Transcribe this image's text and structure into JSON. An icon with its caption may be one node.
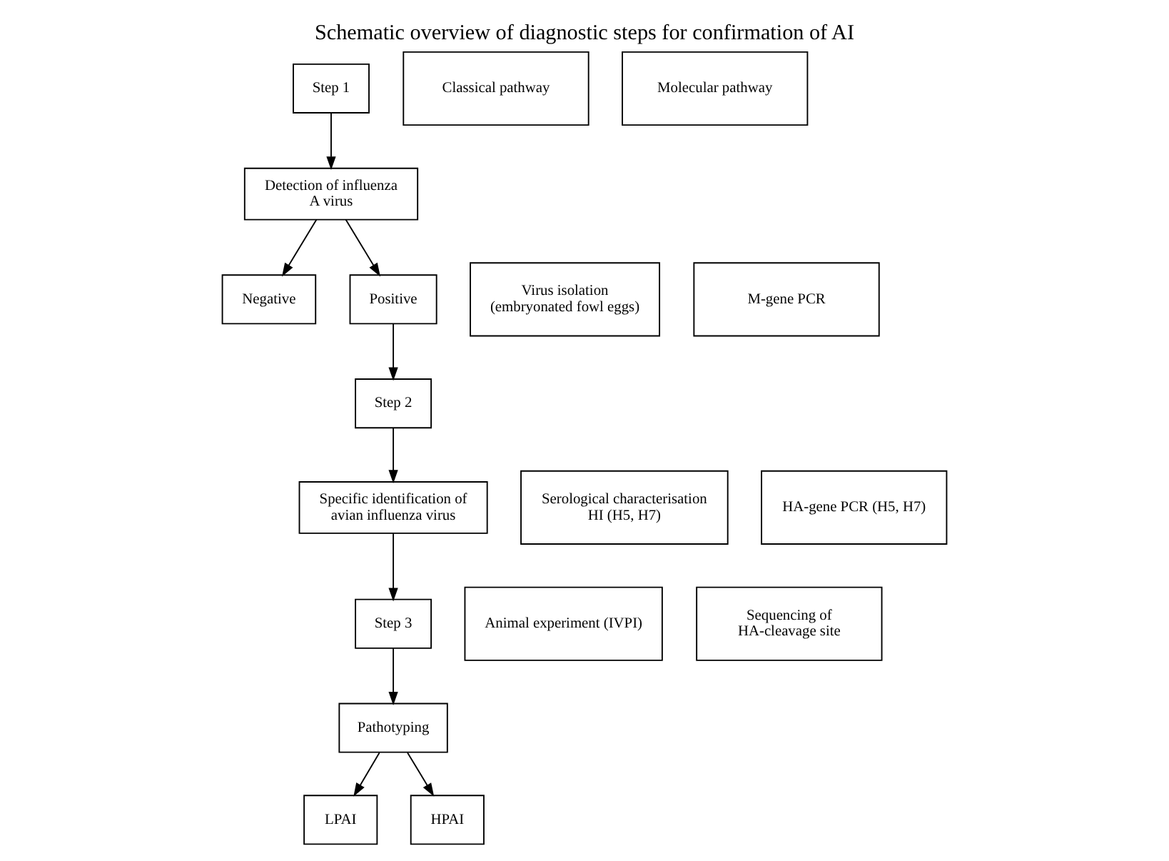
{
  "diagram": {
    "title": "Schematic overview of diagnostic steps for confirmation of AI",
    "nodes": [
      {
        "text": [
          "Step 1"
        ]
      },
      {
        "text": [
          "Detection of influenza A virus"
        ]
      },
      {
        "text": [
          "Negative"
        ]
      },
      {
        "text": [
          "Positive"
        ]
      },
      {
        "text": [
          "Step 2"
        ]
      },
      {
        "text": [
          "Specific identification of avian influenza virus"
        ]
      },
      {
        "text": [
          "Step 3"
        ]
      },
      {
        "text": [
          "Pathotyping"
        ]
      },
      {
        "text": [
          "LPAI"
        ]
      },
      {
        "text": [
          "HPAI"
        ]
      },
      {
        "text": [
          "Classical pathway"
        ]
      },
      {
        "text": [
          "Molecular pathway"
        ]
      },
      {
        "text": [
          "Virus isolation (embryonated fowl eggs)"
        ]
      },
      {
        "text": [
          "M-gene PCR"
        ]
      },
      {
        "text": [
          "Serological characterisation HI (H5, H7)"
        ]
      },
      {
        "text": [
          "HA-gene PCR (H5, H7)"
        ]
      },
      {
        "text": [
          "Animal experiment (IVPI)"
        ]
      },
      {
        "text": [
          "Sequencing of HA-cleavage site"
        ]
      }
    ],
    "edges": [
      {
        "from": 0,
        "to": 1,
        "arrow": "to"
      },
      {
        "from": 1,
        "to": 2,
        "arrow": "to"
      },
      {
        "from": 1,
        "to": 3,
        "arrow": "to"
      },
      {
        "from": 3,
        "to": 4,
        "arrow": "to"
      },
      {
        "from": 4,
        "to": 5,
        "arrow": "to"
      },
      {
        "from": 5,
        "to": 6,
        "arrow": "to"
      },
      {
        "from": 6,
        "to": 7,
        "arrow": "to"
      },
      {
        "from": 7,
        "to": 8,
        "arrow": "to"
      },
      {
        "from": 7,
        "to": 9,
        "arrow": "to"
      }
    ]
  }
}
